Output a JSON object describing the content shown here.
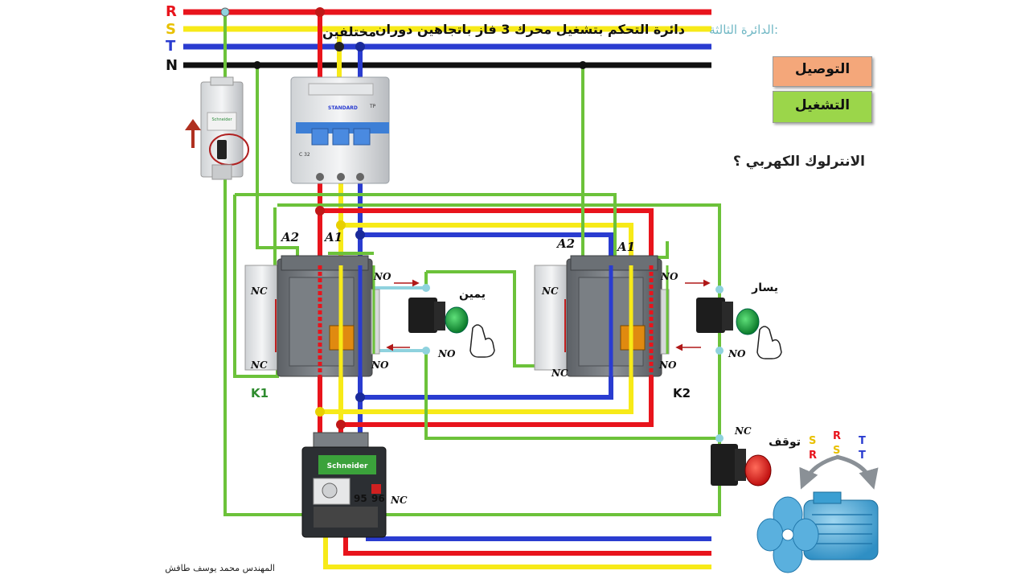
{
  "title": {
    "prefix": "الدائرة الثالثة:",
    "main_line1": "دائرة التحكم بتشغيل محرك 3 فاز باتجاهين دوران",
    "main_line2": "مختلفين"
  },
  "phases": {
    "r": "R",
    "s": "S",
    "t": "T",
    "n": "N"
  },
  "buttons": {
    "wiring": "التوصيل",
    "operation": "التشغيل"
  },
  "question": "الانترلوك الكهربي ؟",
  "labels": {
    "a2": "A2",
    "a1": "A1",
    "no": "NO",
    "nc": "NC",
    "k1": "K1",
    "k2": "K2",
    "right": "يمين",
    "left": "يسار",
    "stop": "توقف",
    "relay_95": "95",
    "relay_96": "96",
    "mcb_brand": "STANDARD",
    "mcb_rating": "C 32",
    "mcb_tp": "TP",
    "relay_brand": "Schneider"
  },
  "rotation": {
    "left_top": "S",
    "left_bottom": "R",
    "mid_top": "R",
    "mid_bottom": "S",
    "right_top": "T",
    "right_bottom": "T"
  },
  "author": "المهندس محمد يوسف طافش",
  "colors": {
    "r": "#e8141c",
    "s": "#f7ea18",
    "t": "#2a3cd0",
    "n": "#111111",
    "control": "#6cc23a",
    "no_wire": "#8fd2de",
    "btn_wiring": "#f4a77a",
    "btn_operation": "#9bd64a",
    "label_k": "#2e8b2e",
    "phase_s_label": "#e8c000"
  }
}
